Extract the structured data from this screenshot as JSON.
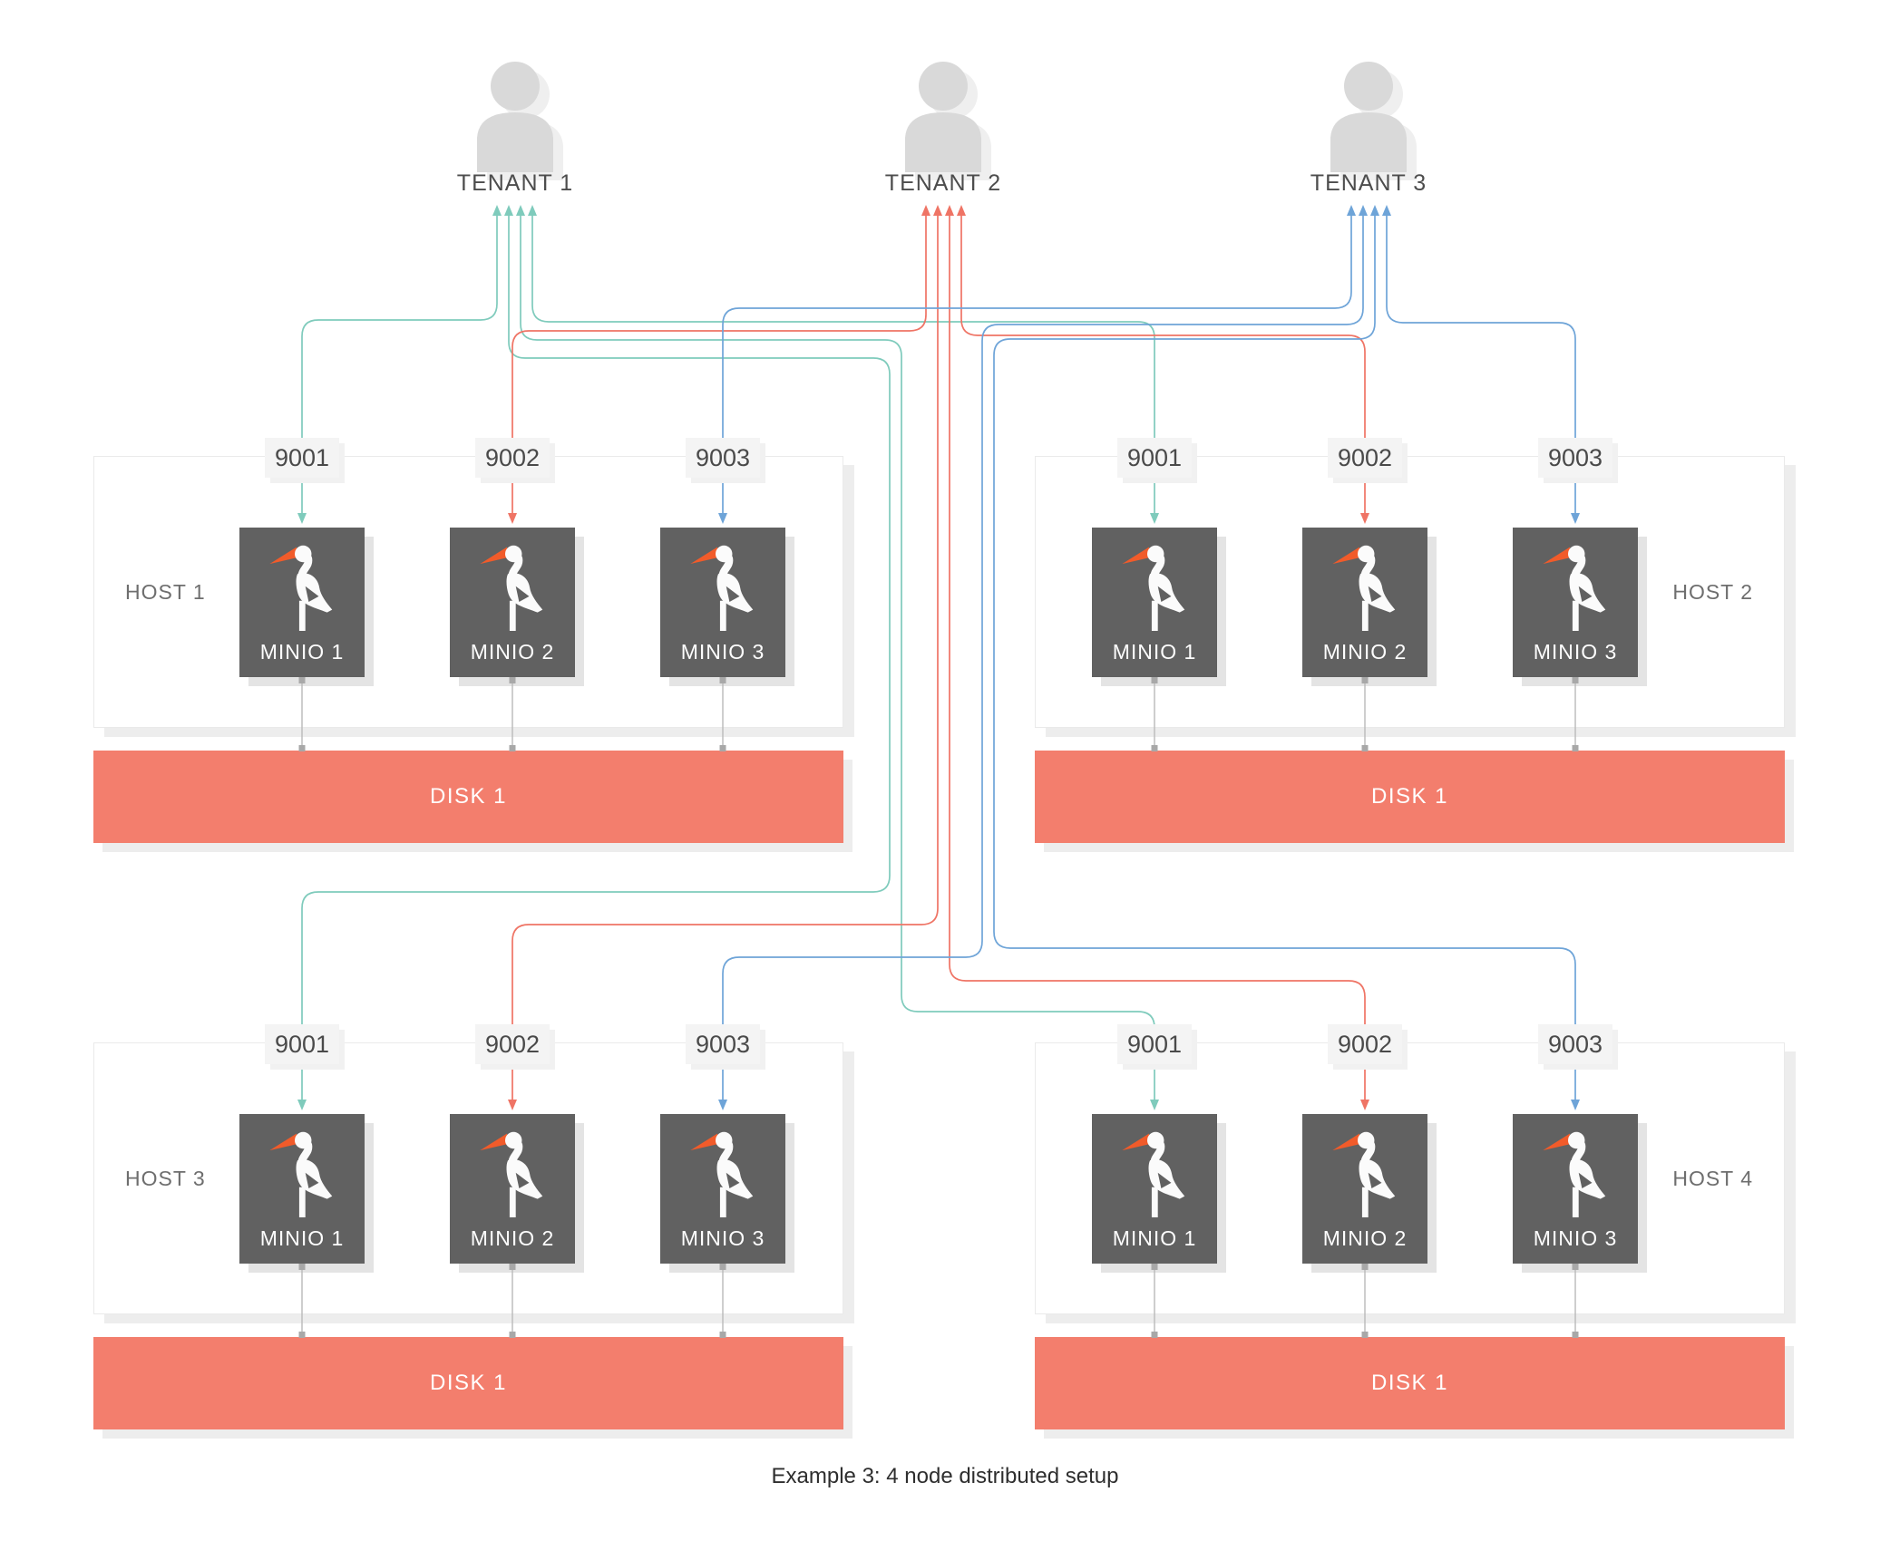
{
  "caption": "Example 3: 4 node distributed setup",
  "tenants": [
    {
      "label": "TENANT 1",
      "icon": "person-icon",
      "line_color": "#7fcbbc"
    },
    {
      "label": "TENANT 2",
      "icon": "person-icon",
      "line_color": "#ef7465"
    },
    {
      "label": "TENANT 3",
      "icon": "person-icon",
      "line_color": "#6ea4d8"
    }
  ],
  "hosts": [
    {
      "label": "HOST 1",
      "ports": [
        "9001",
        "9002",
        "9003"
      ],
      "nodes": [
        "MINIO 1",
        "MINIO 2",
        "MINIO 3"
      ],
      "disk": "DISK 1"
    },
    {
      "label": "HOST 2",
      "ports": [
        "9001",
        "9002",
        "9003"
      ],
      "nodes": [
        "MINIO 1",
        "MINIO 2",
        "MINIO 3"
      ],
      "disk": "DISK 1"
    },
    {
      "label": "HOST 3",
      "ports": [
        "9001",
        "9002",
        "9003"
      ],
      "nodes": [
        "MINIO 1",
        "MINIO 2",
        "MINIO 3"
      ],
      "disk": "DISK 1"
    },
    {
      "label": "HOST 4",
      "ports": [
        "9001",
        "9002",
        "9003"
      ],
      "nodes": [
        "MINIO 1",
        "MINIO 2",
        "MINIO 3"
      ],
      "disk": "DISK 1"
    }
  ],
  "node_logo_icon": "minio-stork-icon",
  "colors": {
    "tenant1_line": "#7fcbbc",
    "tenant2_line": "#ef7465",
    "tenant3_line": "#6ea4d8",
    "disk_fill": "#f37e6d",
    "minio_fill": "#616161",
    "minio_beak": "#f15b2a",
    "person_fill": "#d9d9d9",
    "port_bg": "#f4f4f4",
    "port_text": "#4a4a4a",
    "host_border": "#eaeaea",
    "label_text": "#6e6e6e",
    "tenant_text": "#4d4d4d",
    "caption_text": "#2e2e2e",
    "connector": "#bdbdbd"
  }
}
